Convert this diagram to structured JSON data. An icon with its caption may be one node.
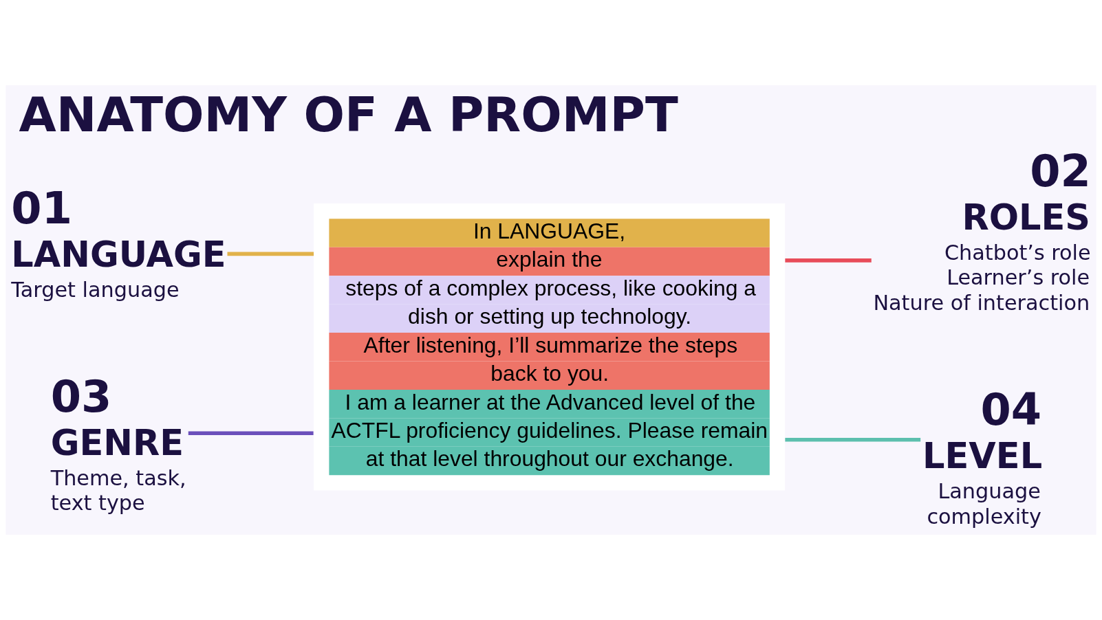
{
  "diagram": {
    "title": "ANATOMY OF A PROMPT",
    "nodes": [
      {
        "text": [
          "01",
          "LANGUAGE",
          "Target language"
        ]
      },
      {
        "text": [
          "02",
          "ROLES",
          "Chatbot’s role",
          "Learner’s role",
          "Nature of interaction"
        ]
      },
      {
        "text": [
          "In LANGUAGE,",
          "explain the",
          "steps of a complex process, like cooking a dish or setting up technology.",
          "After listening, I’ll summarize the steps back to you.",
          "I am a learner at the Advanced level of the ACTFL proficiency guidelines. Please remain at that level throughout our exchange."
        ]
      },
      {
        "text": [
          "03",
          "GENRE",
          "Theme, task, text type"
        ]
      },
      {
        "text": [
          "04",
          "LEVEL",
          "Language complexity"
        ]
      }
    ],
    "edges": [
      {
        "from": 0,
        "to": 2,
        "arrow": "none",
        "color": "#e1b24b"
      },
      {
        "from": 2,
        "to": 1,
        "arrow": "none",
        "color": "#e84c5a"
      },
      {
        "from": 3,
        "to": 2,
        "arrow": "none",
        "color": "#6b4fbb"
      },
      {
        "from": 2,
        "to": 4,
        "arrow": "none",
        "color": "#5cbfae"
      }
    ]
  }
}
